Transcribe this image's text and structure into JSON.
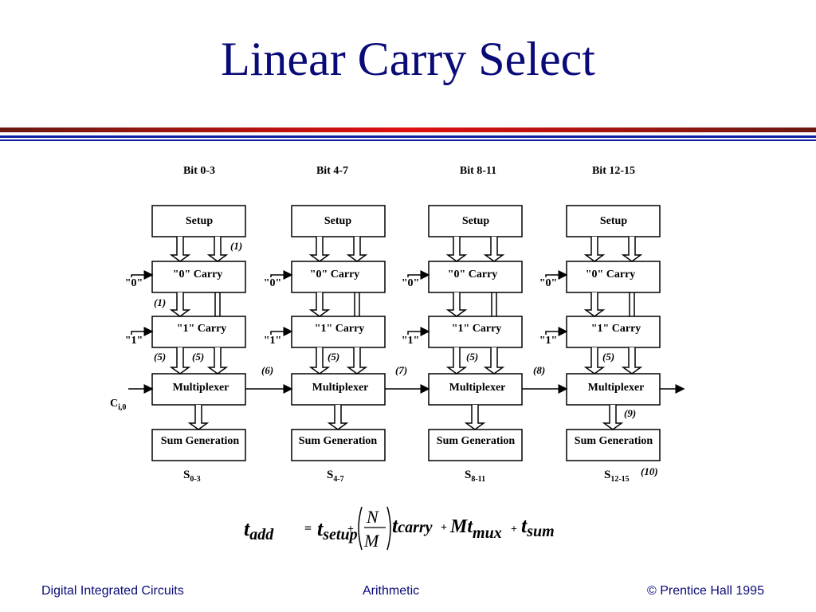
{
  "title": "Linear Carry Select",
  "colors": {
    "title": "#0a0a78",
    "rule_dark": "#7a1a12",
    "rule_red": "#e01010",
    "rule_blue": "#1020a0"
  },
  "stages": [
    {
      "bit": "Bit 0-3",
      "sum_base": "S",
      "sum_sub": "0-3"
    },
    {
      "bit": "Bit 4-7",
      "sum_base": "S",
      "sum_sub": "4-7"
    },
    {
      "bit": "Bit 8-11",
      "sum_base": "S",
      "sum_sub": "8-11"
    },
    {
      "bit": "Bit 12-15",
      "sum_base": "S",
      "sum_sub": "12-15"
    }
  ],
  "blocks": {
    "setup": "Setup",
    "carry0": "\"0\" Carry",
    "carry1": "\"1\" Carry",
    "mux": "Multiplexer",
    "sum": "Sum Generation"
  },
  "inputs": {
    "zero": "\"0\"",
    "one": "\"1\"",
    "cin_base": "C",
    "cin_sub": "i,0"
  },
  "annotations": {
    "a1_setup": "(1)",
    "a1_carry": "(1)",
    "a5_left": "(5)",
    "a5_right": "(5)",
    "a5_s1": "(5)",
    "a5_s2": "(5)",
    "a5_s3": "(5)",
    "a6": "(6)",
    "a7": "(7)",
    "a8": "(8)",
    "a9": "(9)",
    "a10": "(10)"
  },
  "formula": {
    "t": "t",
    "add": "add",
    "eq": "=",
    "setup": "setup",
    "plus": "+",
    "N": "N",
    "M": "M",
    "carry": "carry",
    "Mt": "Mt",
    "mux": "mux",
    "sum": "sum"
  },
  "footer": {
    "left": "Digital Integrated Circuits",
    "center": "Arithmetic",
    "right": "© Prentice Hall 1995"
  }
}
